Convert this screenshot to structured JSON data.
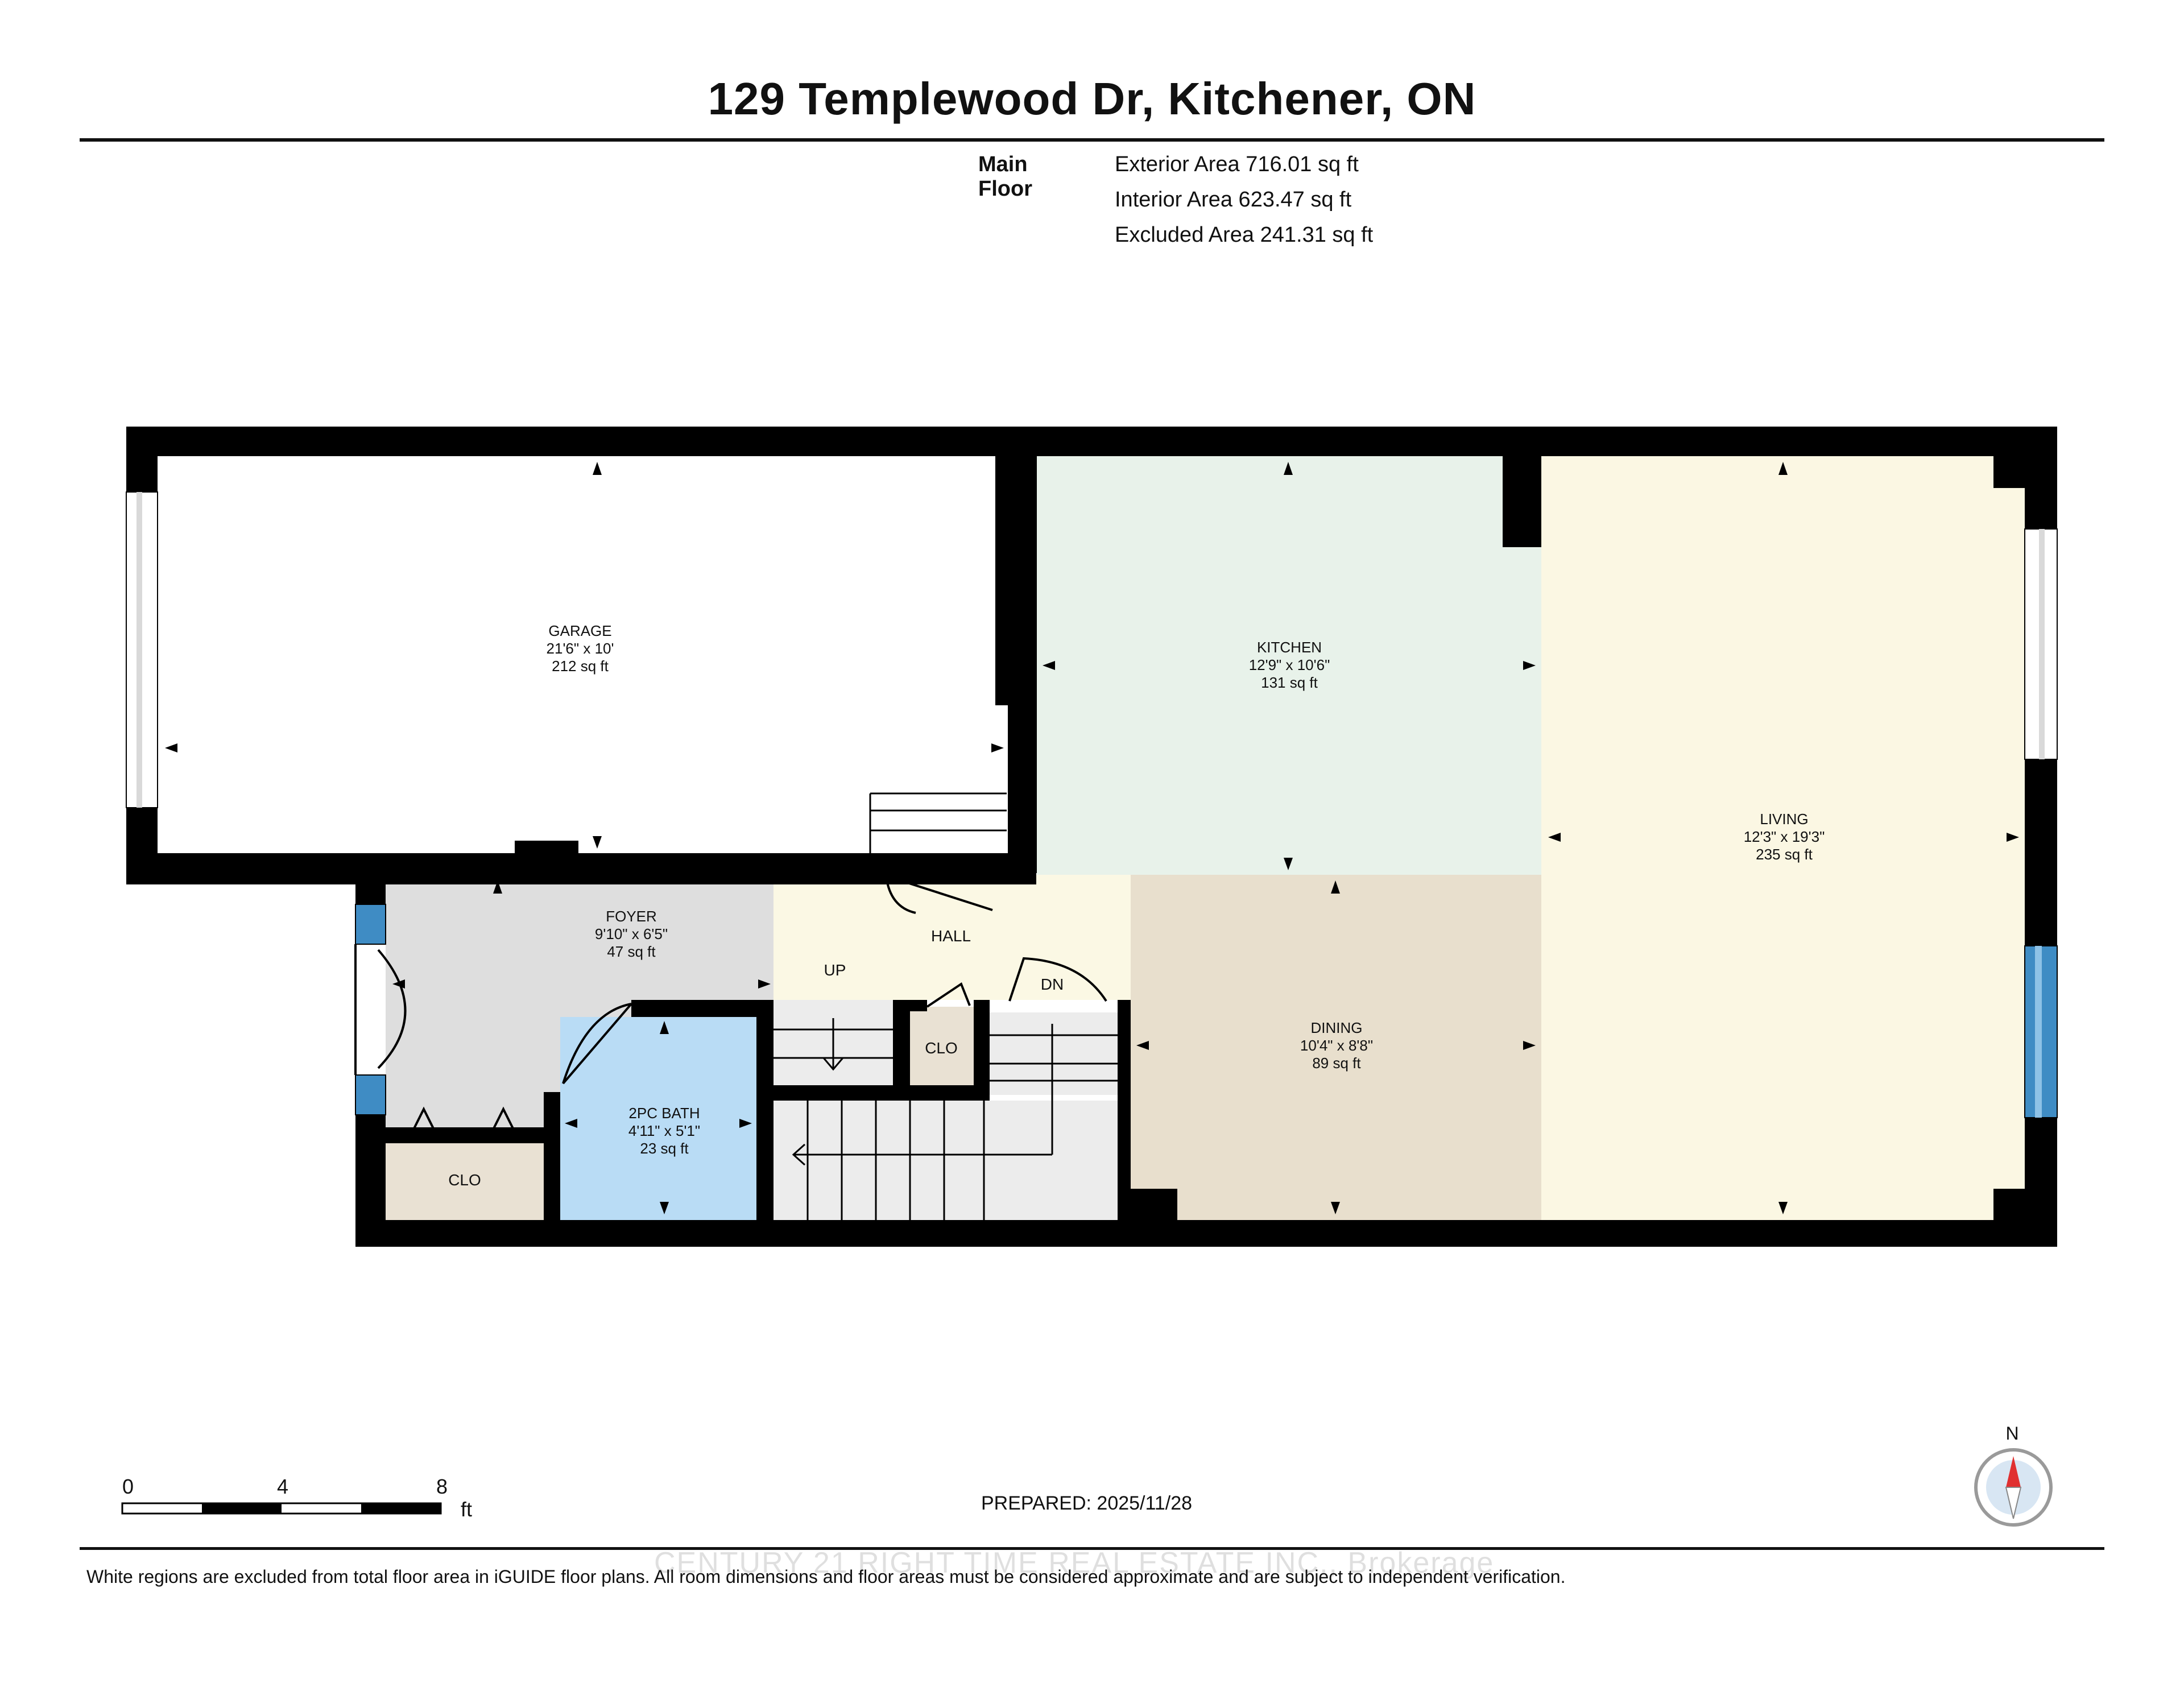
{
  "header": {
    "title": "129 Templewood Dr, Kitchener, ON"
  },
  "areas": {
    "floor_label": "Main Floor",
    "exterior": "Exterior Area 716.01 sq ft",
    "interior": "Interior Area 623.47 sq ft",
    "excluded": "Excluded Area 241.31 sq ft"
  },
  "rooms": {
    "garage": {
      "name": "GARAGE",
      "dims": "21'6\" x 10'",
      "area": "212 sq ft"
    },
    "kitchen": {
      "name": "KITCHEN",
      "dims": "12'9\" x 10'6\"",
      "area": "131 sq ft"
    },
    "living": {
      "name": "LIVING",
      "dims": "12'3\" x 19'3\"",
      "area": "235 sq ft"
    },
    "foyer": {
      "name": "FOYER",
      "dims": "9'10\" x 6'5\"",
      "area": "47 sq ft"
    },
    "dining": {
      "name": "DINING",
      "dims": "10'4\" x 8'8\"",
      "area": "89 sq ft"
    },
    "bath": {
      "name": "2PC BATH",
      "dims": "4'11\" x 5'1\"",
      "area": "23 sq ft"
    },
    "hall": {
      "name": "HALL"
    },
    "closet_foyer": "CLO",
    "closet_hall": "CLO",
    "stairs_up": "UP",
    "stairs_down": "DN"
  },
  "colors": {
    "wall": "#000000",
    "garage": "#ffffff",
    "kitchen": "#e8f2ea",
    "living": "#fbf7e3",
    "foyer": "#dedede",
    "hall": "#fbf8e4",
    "dining": "#e8dfcd",
    "bath": "#b9dcf5",
    "closet": "#e9e1d3",
    "window_blue": "#3f8cc4"
  },
  "scale_bar": {
    "ticks": [
      "0",
      "4",
      "8"
    ],
    "unit": "ft"
  },
  "prepared": "PREPARED: 2025/11/28",
  "watermark": "CENTURY 21 RIGHT TIME REAL ESTATE INC., Brokerage",
  "compass": {
    "north_label": "N",
    "needle_color": "#e03030"
  },
  "footer": {
    "note": "White regions are excluded from total floor area in iGUIDE floor plans. All room dimensions and floor areas must be considered approximate and are subject to independent verification."
  }
}
